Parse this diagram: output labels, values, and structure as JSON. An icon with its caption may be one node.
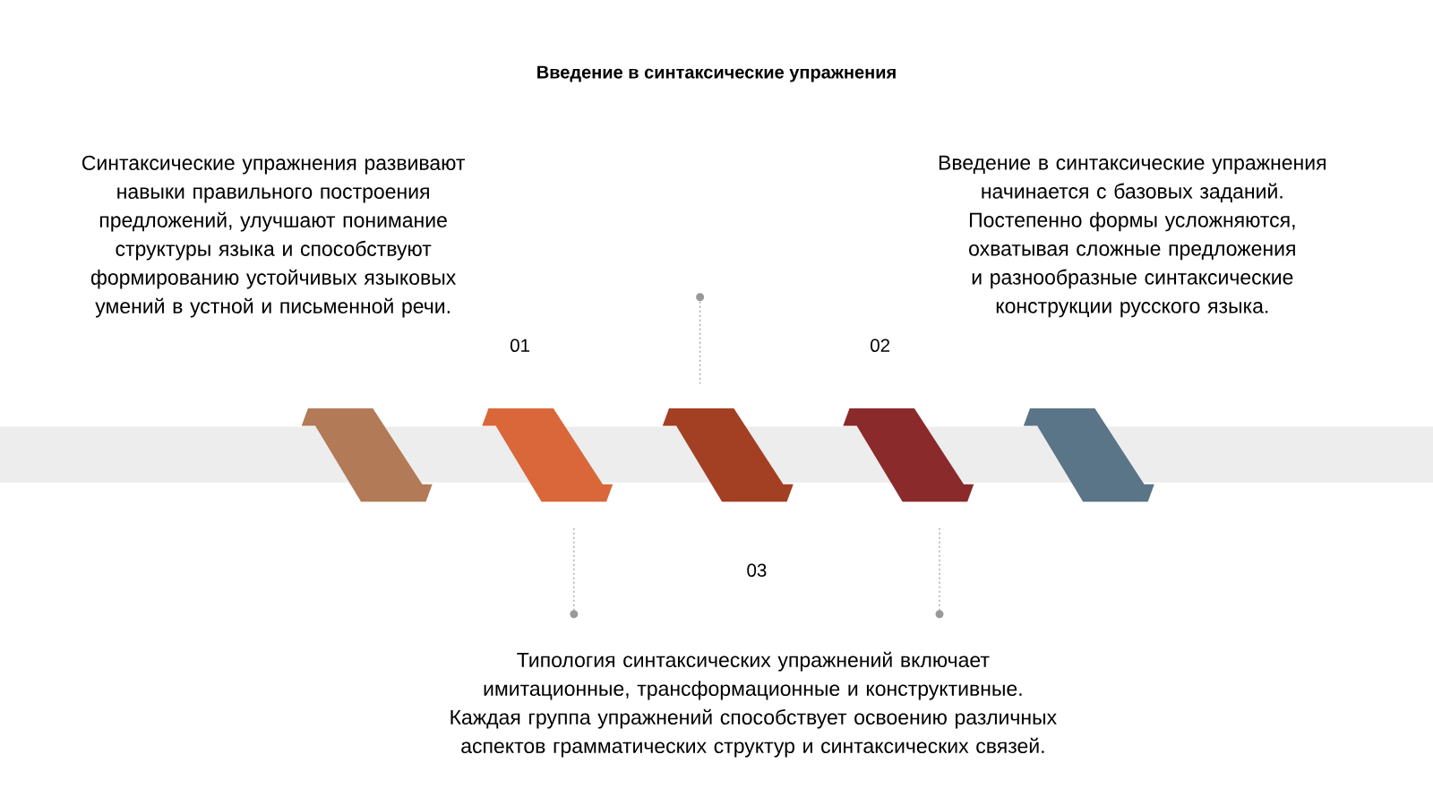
{
  "diagram": {
    "title": "Введение в синтаксические упражнения",
    "nodes": [
      {
        "text": [],
        "shape": "box"
      },
      {
        "text": [],
        "shape": "box"
      },
      {
        "text": [],
        "shape": "box"
      },
      {
        "text": [],
        "shape": "box"
      },
      {
        "text": [],
        "shape": "box"
      }
    ],
    "labels": [
      "Синтаксические упражнения развивают навыки правильного построения предложений, улучшают понимание структуры языка и способствуют формированию устойчивых языковых умений в устной и письменной речи.",
      "Введение в синтаксические упражнения начинается с базовых заданий. Постепенно формы усложняются, охватывая сложные предложения и разнообразные синтаксические конструкции русского языка.",
      "01",
      "02",
      "03",
      "Типология синтаксических упражнений включает имитационные, трансформационные и конструктивные. Каждая группа упражнений способствует освоению различных аспектов грамматических структур и синтаксических связей."
    ]
  }
}
